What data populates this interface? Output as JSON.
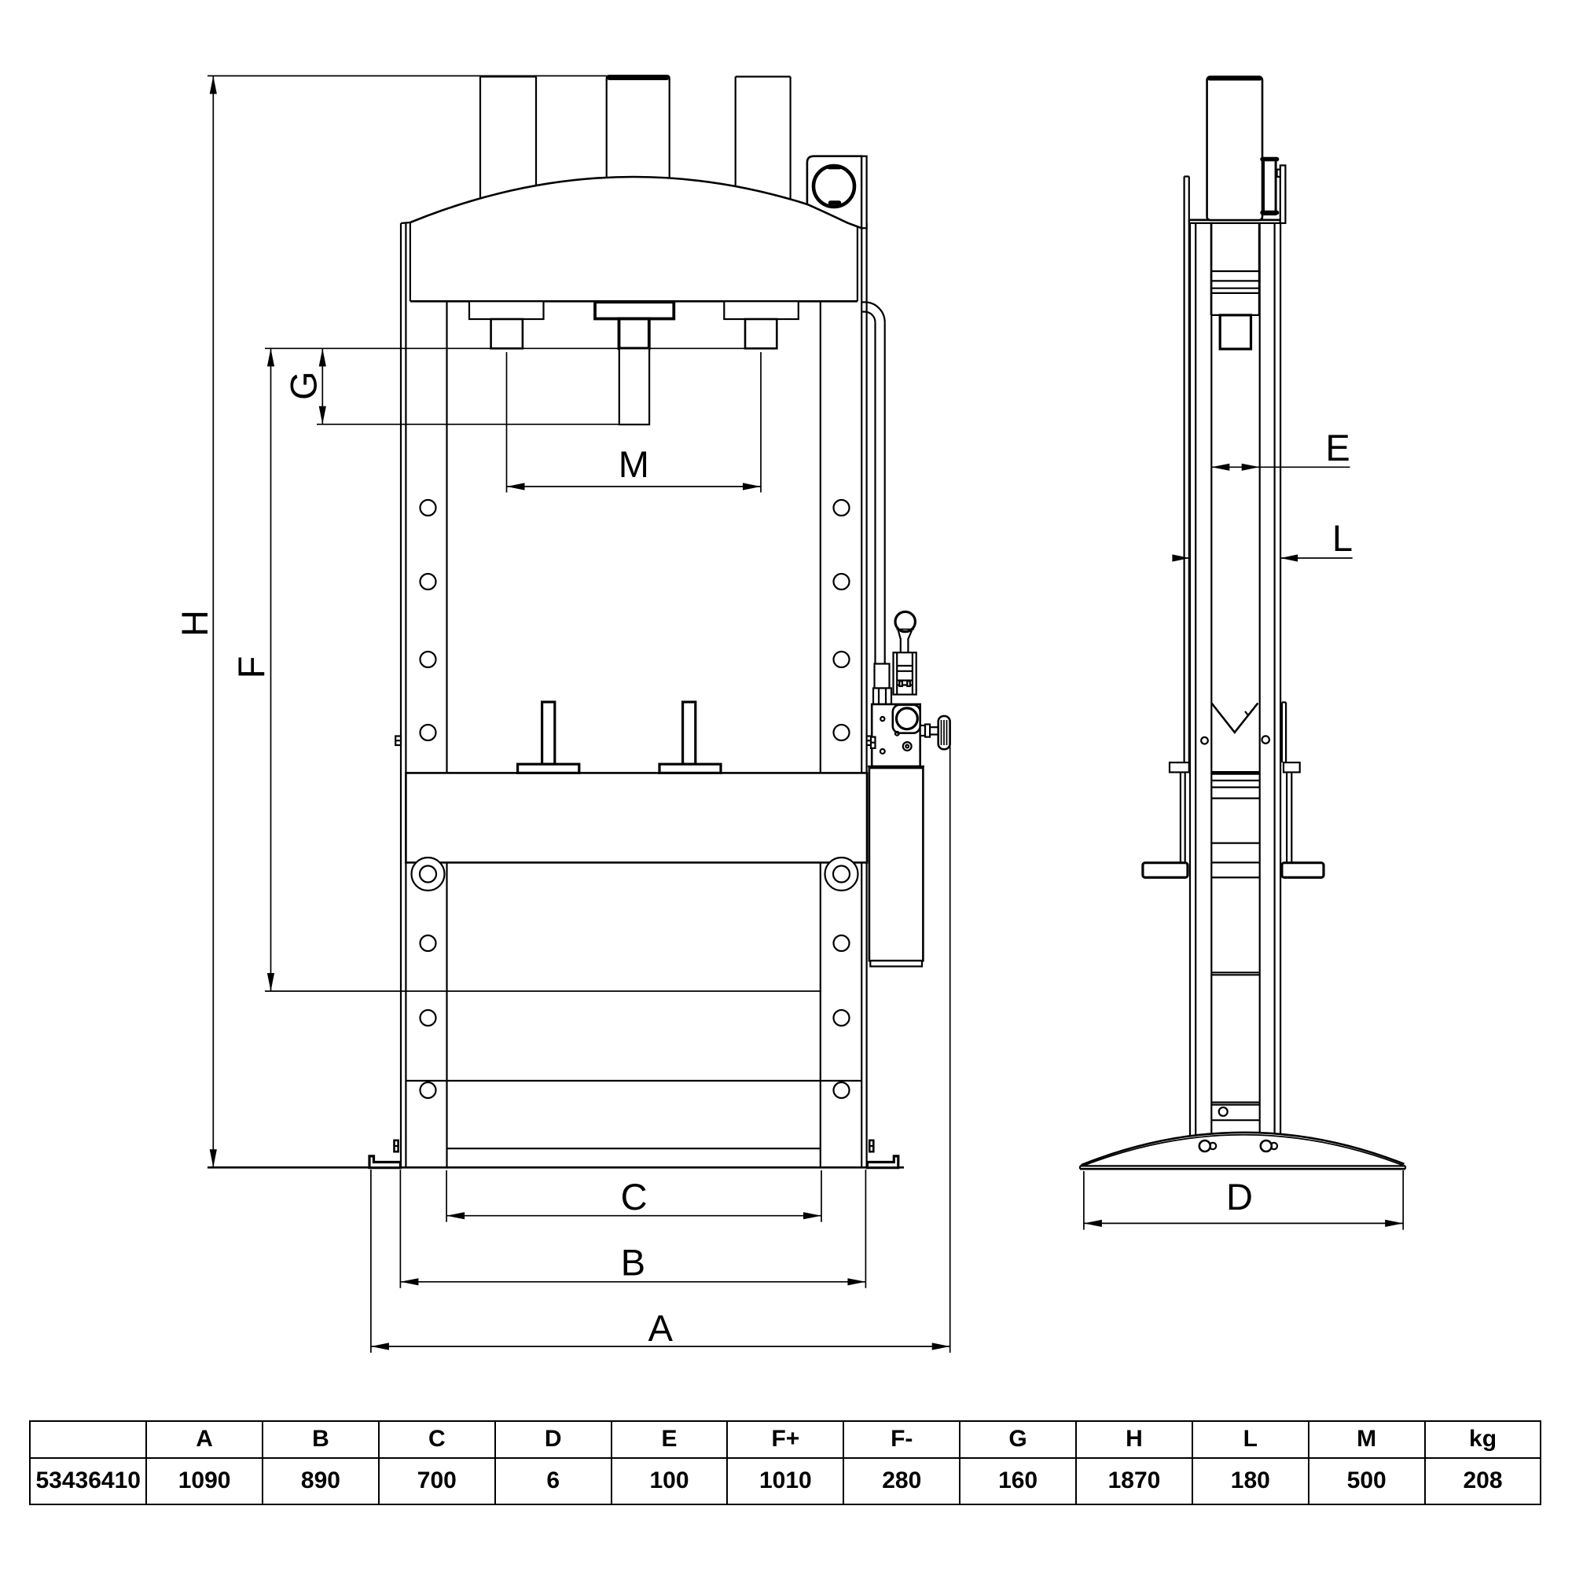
{
  "drawing": {
    "type": "technical dimension drawing",
    "subject": "hydraulic workshop press, front and side views",
    "dimension_labels": [
      "A",
      "B",
      "C",
      "D",
      "E",
      "F",
      "G",
      "H",
      "L",
      "M"
    ]
  },
  "dims": {
    "A": "A",
    "B": "B",
    "C": "C",
    "D": "D",
    "E": "E",
    "F": "F",
    "G": "G",
    "H": "H",
    "L": "L",
    "M": "M"
  },
  "spec_table": {
    "headers": [
      "",
      "A",
      "B",
      "C",
      "D",
      "E",
      "F+",
      "F-",
      "G",
      "H",
      "L",
      "M",
      "kg"
    ],
    "row": [
      "53436410",
      "1090",
      "890",
      "700",
      "6",
      "100",
      "1010",
      "280",
      "160",
      "1870",
      "180",
      "500",
      "208"
    ]
  },
  "colors": {
    "ink": "#000000",
    "background": "#ffffff"
  }
}
